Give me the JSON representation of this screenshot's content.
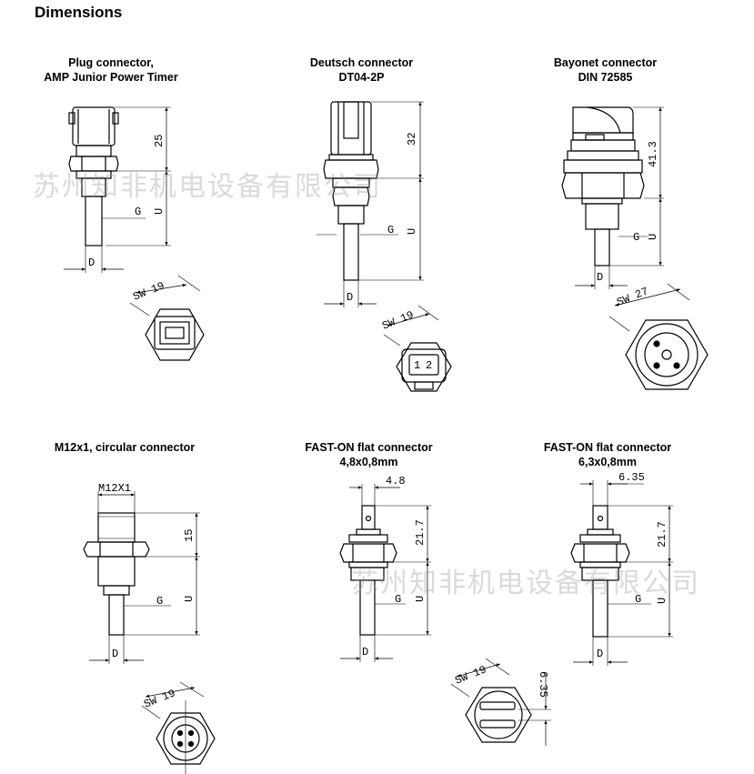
{
  "title": "Dimensions",
  "watermark": "苏州知非机电设备有限公司",
  "connectors": [
    {
      "id": "plug",
      "line1": "Plug connector,",
      "line2": "AMP Junior Power Timer",
      "dims": {
        "height": "25",
        "u": "U",
        "g": "G",
        "d": "D",
        "sw": "SW 19"
      }
    },
    {
      "id": "deutsch",
      "line1": "Deutsch connector",
      "line2": "DT04-2P",
      "dims": {
        "height": "32",
        "u": "U",
        "g": "G",
        "d": "D",
        "sw": "SW 19",
        "pins": [
          "1",
          "2"
        ]
      }
    },
    {
      "id": "bayonet",
      "line1": "Bayonet connector",
      "line2": "DIN 72585",
      "dims": {
        "height": "41.3",
        "u": "U",
        "g": "G",
        "d": "D",
        "sw": "SW 27"
      }
    },
    {
      "id": "m12",
      "line1": "M12x1, circular connector",
      "line2": "",
      "dims": {
        "top": "M12X1",
        "height": "15",
        "u": "U",
        "g": "G",
        "d": "D",
        "sw": "SW 19"
      }
    },
    {
      "id": "faston48",
      "line1": "FAST-ON flat connector",
      "line2": "4,8x0,8mm",
      "dims": {
        "top": "4.8",
        "height": "21.7",
        "u": "U",
        "g": "G",
        "d": "D",
        "sw": "SW 19"
      }
    },
    {
      "id": "faston63",
      "line1": "FAST-ON flat connector",
      "line2": "6,3x0,8mm",
      "dims": {
        "top": "6.35",
        "height": "21.7",
        "u": "U",
        "g": "G",
        "d": "D",
        "side": "6.35"
      }
    }
  ]
}
